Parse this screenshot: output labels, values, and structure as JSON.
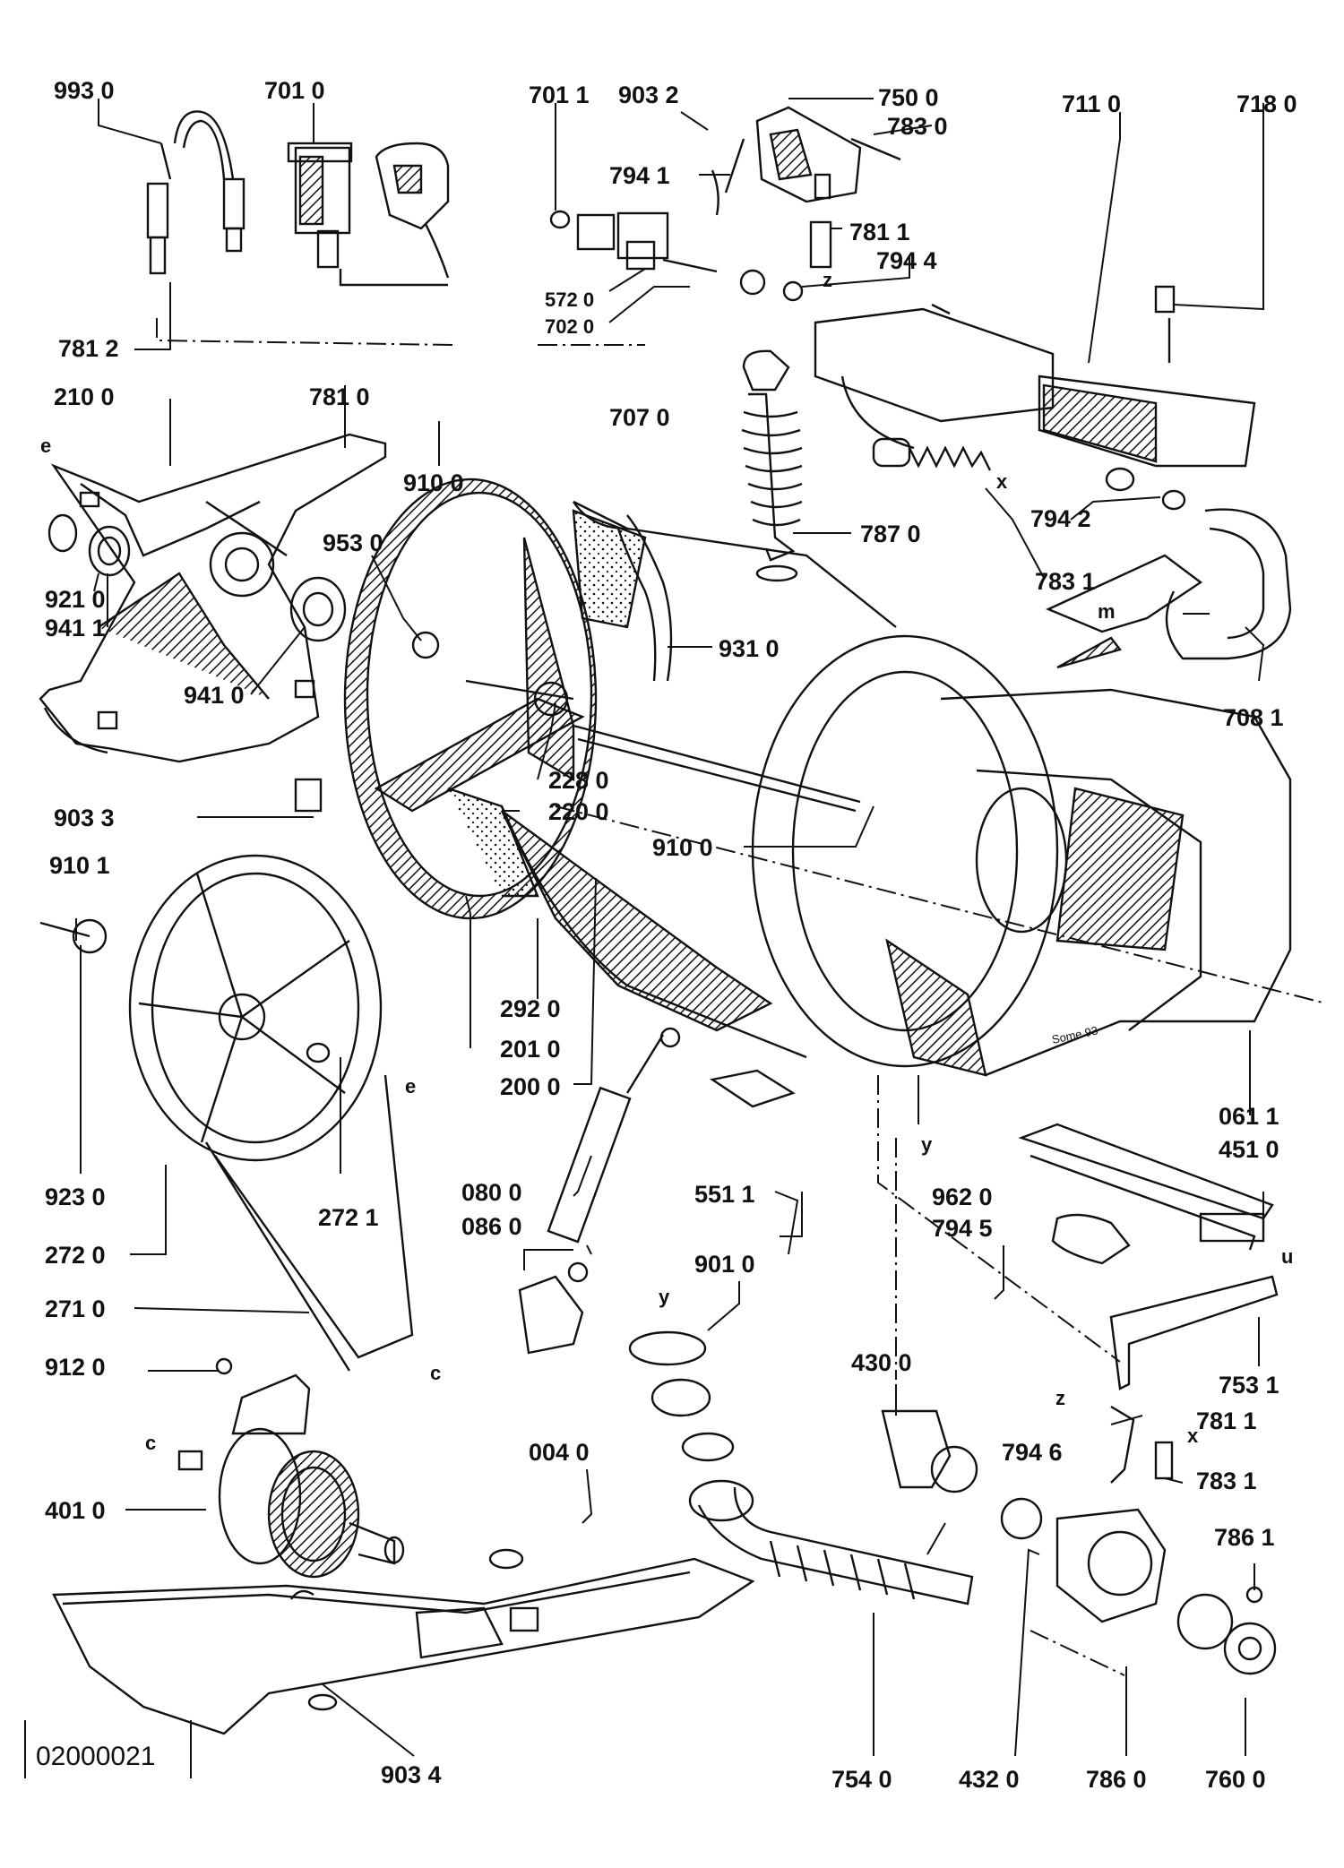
{
  "document": {
    "code": "02000021",
    "signature": "Some 93"
  },
  "part_labels": [
    "993 0",
    "701 0",
    "701 1",
    "903 2",
    "750 0",
    "783 0",
    "711 0",
    "718 0",
    "794 1",
    "781 1",
    "794 4",
    "572 0",
    "702 0",
    "781 2",
    "781 0",
    "707 0",
    "210 0",
    "910 0",
    "794 2",
    "783 1",
    "787 0",
    "953 0",
    "921 0",
    "941 1",
    "941 0",
    "931 0",
    "708 1",
    "228 0",
    "220 0",
    "903 3",
    "910 0",
    "910 1",
    "292 0",
    "201 0",
    "200 0",
    "061 1",
    "451 0",
    "923 0",
    "272 1",
    "272 0",
    "080 0",
    "086 0",
    "551 1",
    "962 0",
    "794 5",
    "271 0",
    "901 0",
    "430 0",
    "753 1",
    "912 0",
    "781 1",
    "794 6",
    "783 1",
    "004 0",
    "401 0",
    "786 1",
    "903 4",
    "754 0",
    "432 0",
    "786 0",
    "760 0"
  ],
  "letter_marks": [
    "e",
    "e",
    "x",
    "z",
    "m",
    "y",
    "y",
    "c",
    "c",
    "u",
    "z",
    "x"
  ]
}
